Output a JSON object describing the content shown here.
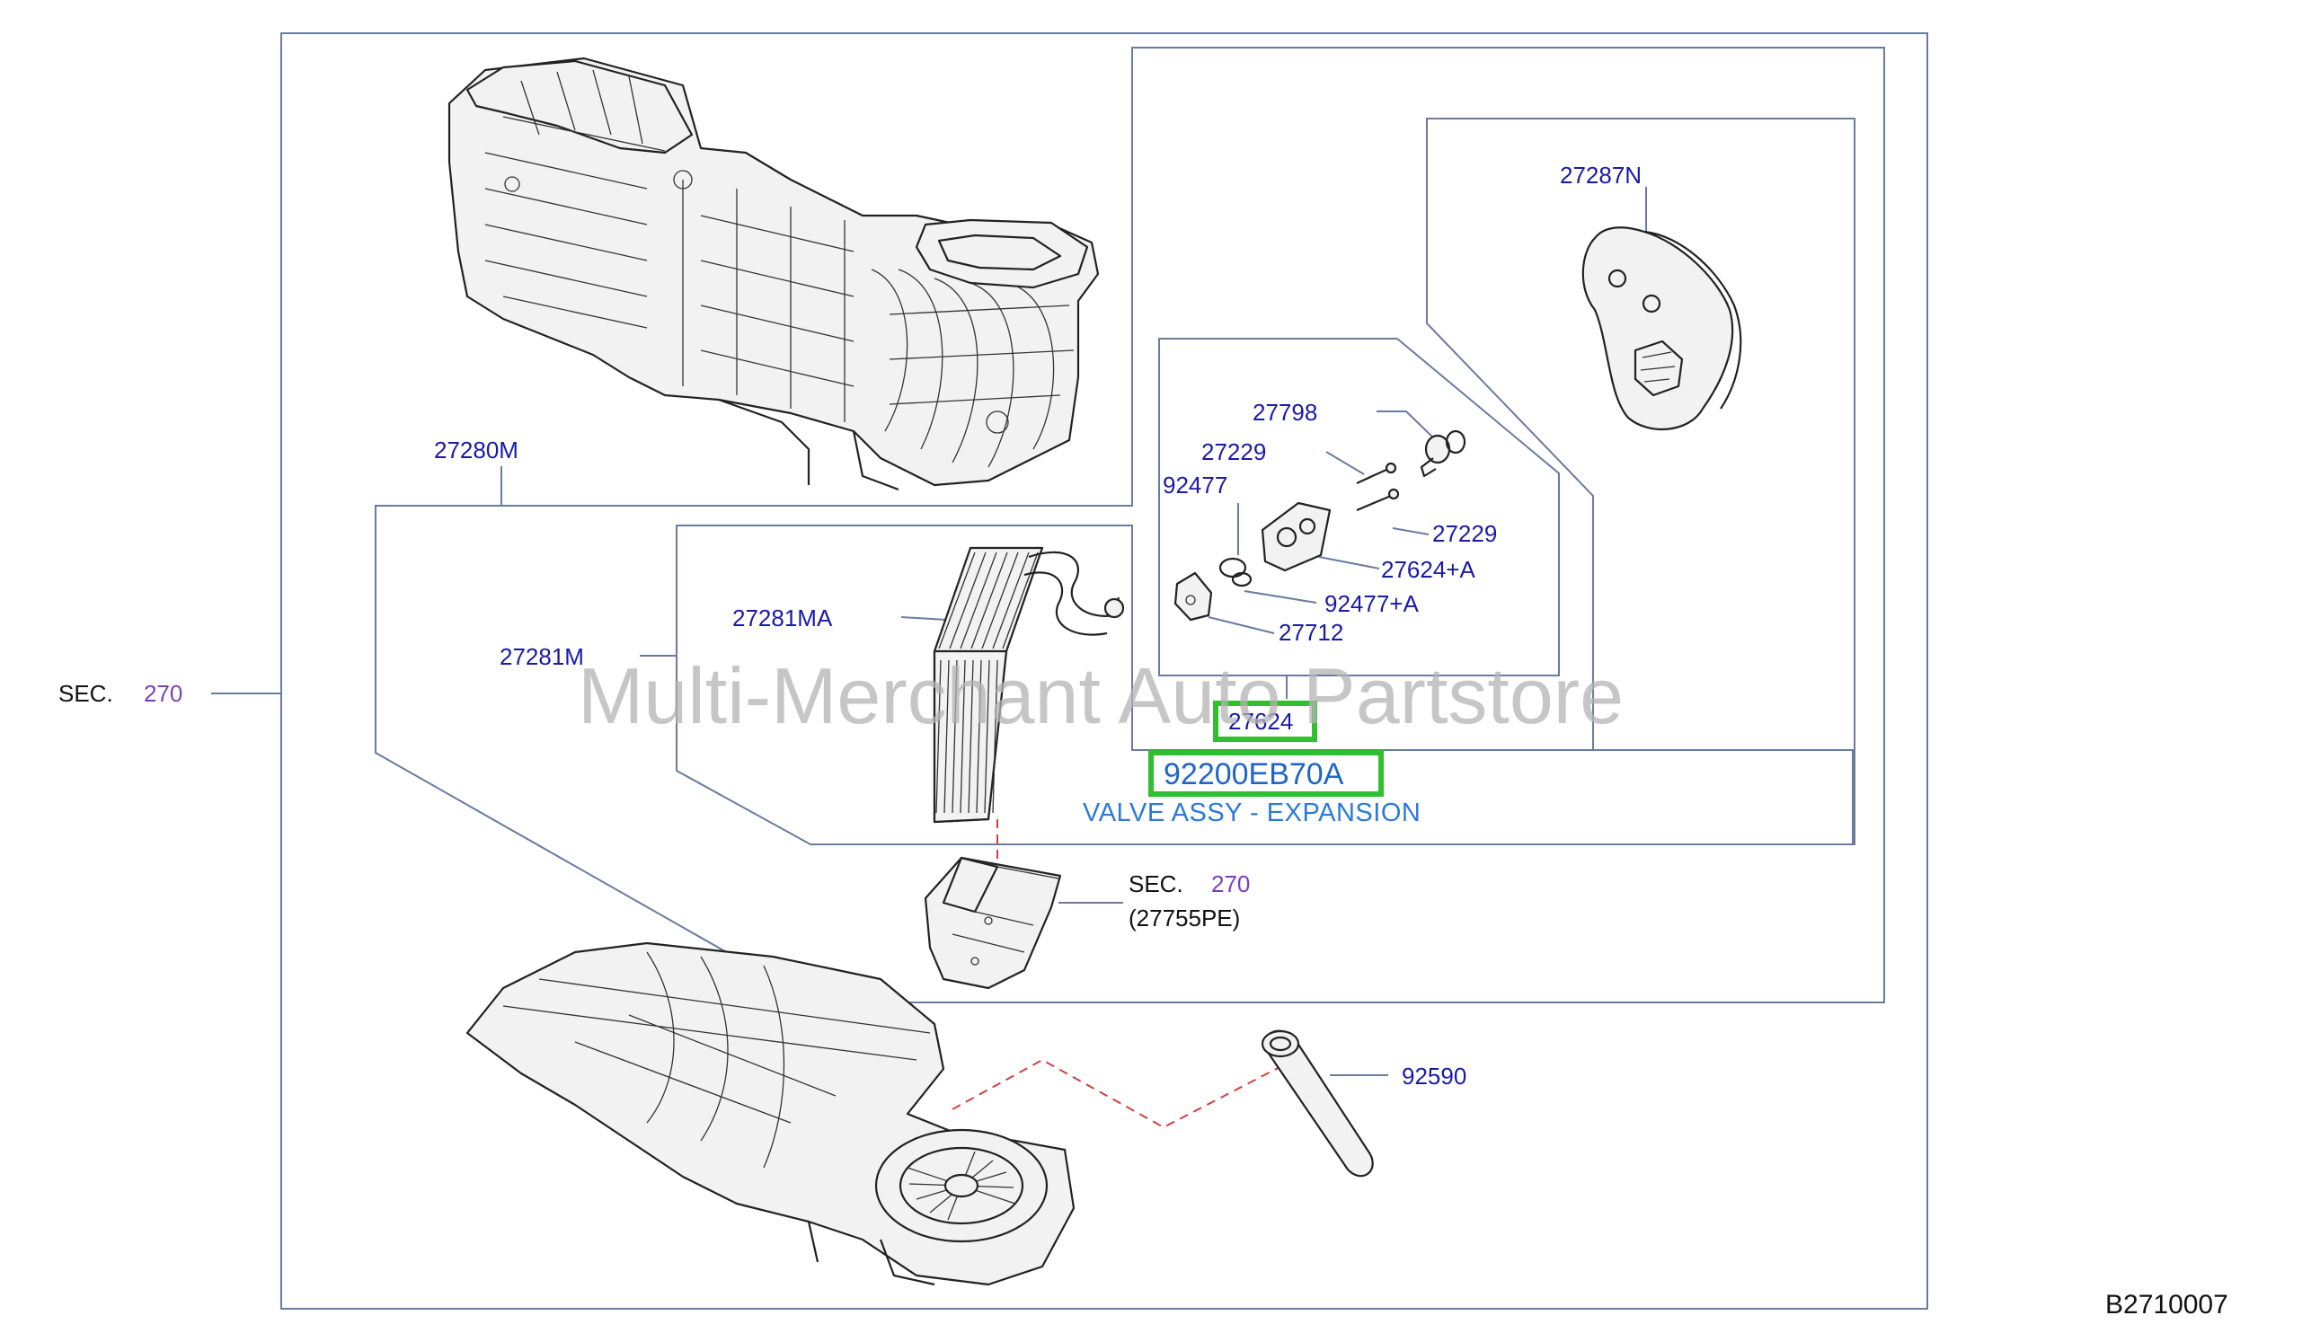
{
  "diagram": {
    "section_left": {
      "prefix": "SEC.",
      "number": "270"
    },
    "section_tray": {
      "prefix": "SEC.",
      "number": "270",
      "sub": "(27755PE)"
    },
    "labels": {
      "heater_unit": "27280M",
      "evaporator": "27281M",
      "evaporator_core": "27281MA",
      "blend_plate": "27287N",
      "o_ring_27798": "27798",
      "bolt_upper": "27229",
      "bolt_lower": "27229",
      "o_ring_92477": "92477",
      "valve_kit": "27624+A",
      "o_ring_kit": "92477+A",
      "bracket": "27712",
      "valve": "27624",
      "drain_hose": "92590"
    },
    "highlight": {
      "part_number": "92200EB70A",
      "description": "VALVE ASSY - EXPANSION"
    },
    "watermark": "Multi-Merchant Auto Partstore",
    "ref_code": "B2710007",
    "colors": {
      "label_blue": "#1a1aa6",
      "section_purple": "#7a3fc0",
      "highlight_green": "#2fbf2f",
      "link_blue": "#1f66c8",
      "frame": "#6a7ba0"
    }
  }
}
